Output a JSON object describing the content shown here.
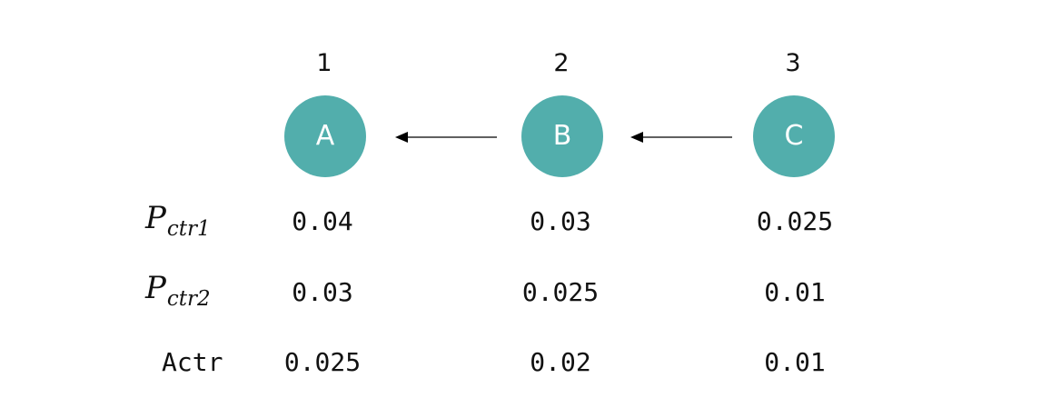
{
  "positions": [
    "1",
    "2",
    "3"
  ],
  "nodes": [
    "A",
    "B",
    "C"
  ],
  "rows": [
    {
      "label_main": "P",
      "label_sub": "ctr1",
      "values": [
        "0.04",
        "0.03",
        "0.025"
      ]
    },
    {
      "label_main": "P",
      "label_sub": "ctr2",
      "values": [
        "0.03",
        "0.025",
        "0.01"
      ]
    },
    {
      "label_main": "Actr",
      "label_sub": "",
      "values": [
        "0.025",
        "0.02",
        "0.01"
      ]
    }
  ],
  "colors": {
    "node_fill": "#52aeac",
    "node_text": "#ffffff",
    "arrow": "#000000"
  },
  "icons": {
    "arrow": "arrow-left-icon"
  }
}
